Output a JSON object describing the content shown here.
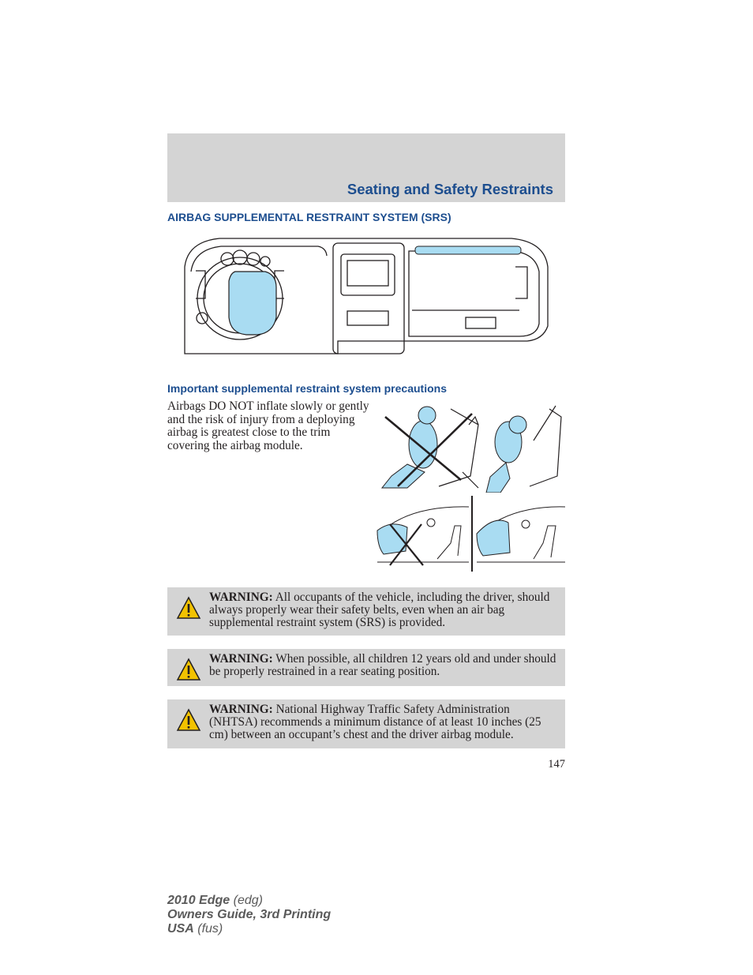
{
  "header": {
    "section_title": "Seating and Safety Restraints"
  },
  "heading_srs": "AIRBAG SUPPLEMENTAL RESTRAINT SYSTEM (SRS)",
  "heading_precautions": "Important supplemental restraint system precautions",
  "intro_paragraph": "Airbags DO NOT inflate slowly or gently and the risk of injury from a deploying airbag is greatest close to the trim covering the airbag module.",
  "warnings": [
    {
      "label": "WARNING:",
      "text": "All occupants of the vehicle, including the driver, should always properly wear their safety belts, even when an air bag supplemental restraint system (SRS) is provided."
    },
    {
      "label": "WARNING:",
      "text": "When possible, all children 12 years old and under should be properly restrained in a rear seating position."
    },
    {
      "label": "WARNING:",
      "text": "National Highway Traffic Safety Administration (NHTSA) recommends a minimum distance of at least 10 inches (25 cm) between an occupant’s chest and the driver airbag module."
    }
  ],
  "page_number": "147",
  "footer": {
    "line1_bold": "2010 Edge",
    "line1_rest": "(edg)",
    "line2": "Owners Guide, 3rd Printing",
    "line3_bold": "USA",
    "line3_rest": "(fus)"
  },
  "colors": {
    "heading_blue": "#1d4e8f",
    "airbag_blue": "#a9dcf2",
    "band_gray": "#d4d4d4"
  },
  "icons": [
    "warning-triangle-icon",
    "dashboard-airbag-illustration",
    "occupant-position-illustration",
    "child-seat-illustration"
  ]
}
